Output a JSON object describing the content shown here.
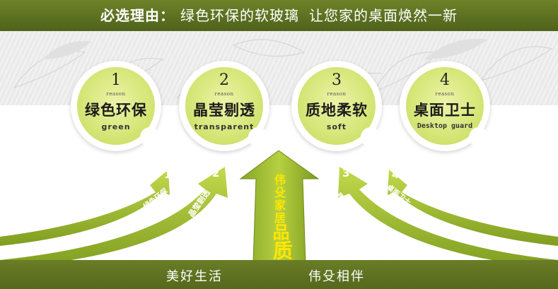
{
  "banner": {
    "lead": "必选理由：",
    "rest": "绿色环保的软玻璃",
    "tail": "让您家的桌面焕然一新"
  },
  "reasons": [
    {
      "num": "1",
      "label": "reason",
      "cn": "绿色环保",
      "en": "green"
    },
    {
      "num": "2",
      "label": "reason",
      "cn": "晶莹剔透",
      "en": "transparent"
    },
    {
      "num": "3",
      "label": "reason",
      "cn": "质地柔软",
      "en": "soft"
    },
    {
      "num": "4",
      "label": "reason",
      "cn": "桌面卫士",
      "en": "Desktop guard"
    }
  ],
  "arrows": [
    {
      "num": "1",
      "text": "绿色环保"
    },
    {
      "num": "2",
      "text": "晶莹剔透"
    },
    {
      "num": "3",
      "text": "质地柔和"
    },
    {
      "num": "4",
      "text": "桌面卫士"
    }
  ],
  "center_arrow": {
    "text": "伟殳家居",
    "big_top": "品",
    "big_bottom": "质"
  },
  "footer": {
    "left": "美好生活",
    "right": "伟殳相伴"
  },
  "colors": {
    "banner": "#5c6f22",
    "circle_fill": "#d7e77a",
    "arrow_green": "#a8c43a",
    "arrow_dark": "#7a9a1c",
    "center_text": "#ffe600",
    "footer": "#5f7322"
  }
}
